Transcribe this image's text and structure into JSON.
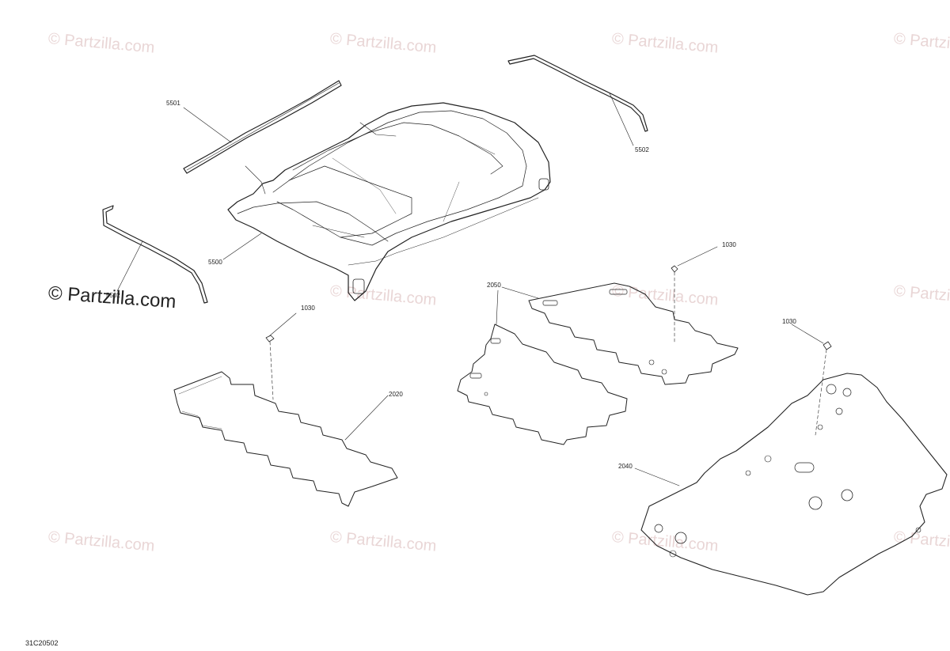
{
  "watermark": {
    "text": "© Partzilla.com"
  },
  "diagram_id": "31C20502",
  "callouts": {
    "c5501": "5501",
    "c5502": "5502",
    "c5500": "5500",
    "c5502b": "5502",
    "c1030a": "1030",
    "c1030b": "1030",
    "c1030c": "1030",
    "c2020": "2020",
    "c2050": "2050",
    "c2040": "2040"
  }
}
